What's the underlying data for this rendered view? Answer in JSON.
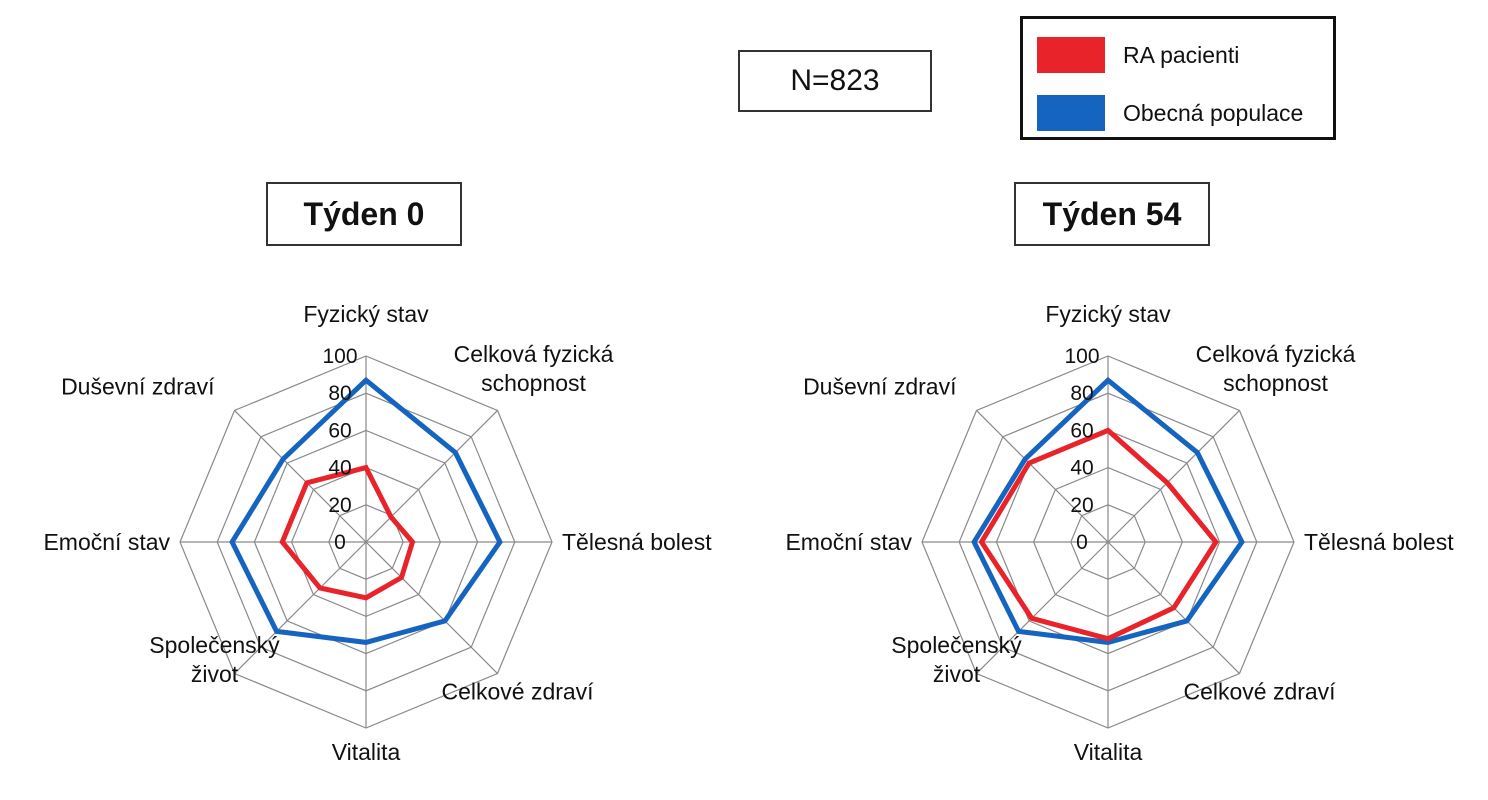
{
  "sample_size_label": "N=823",
  "legend": [
    {
      "label": "RA pacienti",
      "color": "#e8232a"
    },
    {
      "label": "Obecná populace",
      "color": "#1565c0"
    }
  ],
  "chart_data": [
    {
      "type": "radar",
      "title": "Týden 0",
      "axes": [
        {
          "name": [
            "Fyzický stav"
          ]
        },
        {
          "name": [
            "Celková fyzická",
            "schopnost"
          ]
        },
        {
          "name": [
            "Tělesná bolest"
          ]
        },
        {
          "name": [
            "Celkové zdraví"
          ]
        },
        {
          "name": [
            "Vitalita"
          ]
        },
        {
          "name": [
            "Společenský",
            "život"
          ]
        },
        {
          "name": [
            "Emoční stav"
          ]
        },
        {
          "name": [
            "Duševní zdraví"
          ]
        }
      ],
      "ticks": [
        "0",
        "20",
        "40",
        "60",
        "80",
        "100"
      ],
      "range": [
        0,
        100
      ],
      "series": [
        {
          "name": "Obecná populace",
          "color": "#1565c0",
          "values": [
            87,
            68,
            72,
            60,
            54,
            68,
            72,
            63
          ]
        },
        {
          "name": "RA pacienti",
          "color": "#e8232a",
          "values": [
            40,
            19,
            25,
            27,
            30,
            35,
            45,
            45
          ]
        }
      ]
    },
    {
      "type": "radar",
      "title": "Týden 54",
      "axes": [
        {
          "name": [
            "Fyzický stav"
          ]
        },
        {
          "name": [
            "Celková fyzická",
            "schopnost"
          ]
        },
        {
          "name": [
            "Tělesná bolest"
          ]
        },
        {
          "name": [
            "Celkové zdraví"
          ]
        },
        {
          "name": [
            "Vitalita"
          ]
        },
        {
          "name": [
            "Společenský",
            "život"
          ]
        },
        {
          "name": [
            "Emoční stav"
          ]
        },
        {
          "name": [
            "Duševní zdraví"
          ]
        }
      ],
      "ticks": [
        "0",
        "20",
        "40",
        "60",
        "80",
        "100"
      ],
      "range": [
        0,
        100
      ],
      "series": [
        {
          "name": "Obecná populace",
          "color": "#1565c0",
          "values": [
            87,
            68,
            72,
            60,
            54,
            68,
            72,
            63
          ]
        },
        {
          "name": "RA pacienti",
          "color": "#e8232a",
          "values": [
            60,
            45,
            58,
            50,
            52,
            58,
            68,
            60
          ]
        }
      ]
    }
  ]
}
